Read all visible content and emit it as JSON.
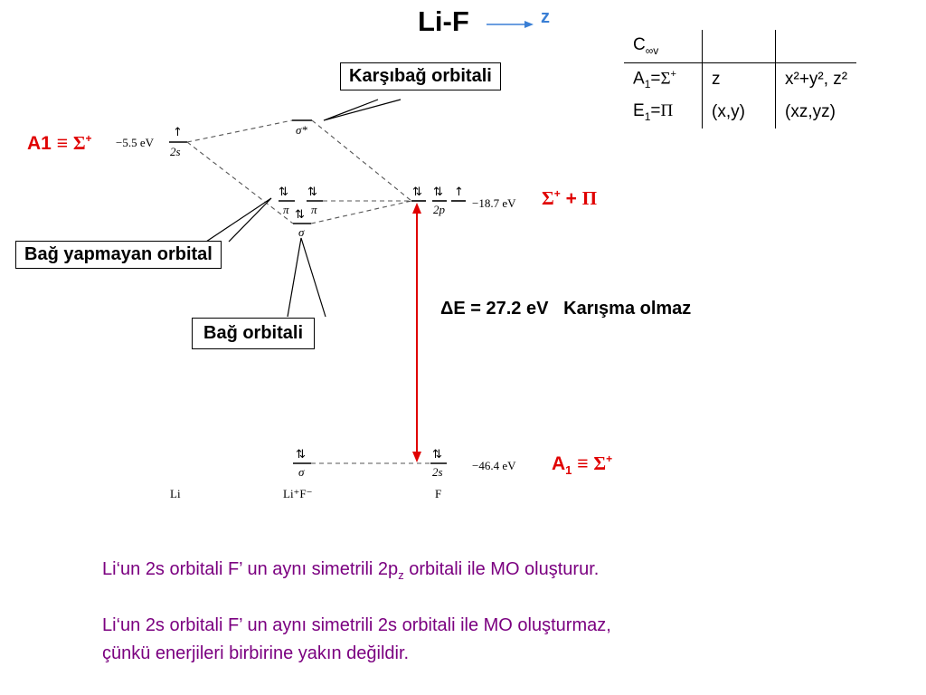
{
  "title": "Li-F",
  "axis_label": "z",
  "callouts": {
    "antibonding": "Karşıbağ orbitali",
    "nonbonding": "Bağ yapmayan orbital",
    "bonding": "Bağ orbitali"
  },
  "symmetry_labels": {
    "li_2s": {
      "main": "A1",
      "eq": "≡",
      "sym": "Σ",
      "sup": "+"
    },
    "f_2p": {
      "sym": "Σ",
      "sup": "+",
      "plus": "+",
      "pi": "Π"
    },
    "f_2s": {
      "main": "A",
      "sub": "1",
      "eq": "≡",
      "sym": "Σ",
      "sup": "+"
    }
  },
  "energies": {
    "li_2s": "−5.5 eV",
    "f_2p": "−18.7 eV",
    "f_2s": "−46.4 eV"
  },
  "orbital_labels": {
    "li_2s": "2s",
    "sigma_star": "σ*",
    "pi": "π",
    "sigma": "σ",
    "f_2p": "2p",
    "f_2s": "2s",
    "sigma_low": "σ"
  },
  "species": {
    "li": "Li",
    "lif": "Li⁺F⁻",
    "f": "F"
  },
  "delta": {
    "text": "ΔE = 27.2 eV",
    "note": "Karışma olmaz"
  },
  "character_table": {
    "header": {
      "group": "C",
      "group_sub": "∞v"
    },
    "rows": [
      {
        "irrep": "A",
        "irrep_sub": "1",
        "eq": "=",
        "sym": "Σ",
        "sup": "+",
        "linear": "z",
        "quadratic": "x²+y², z²"
      },
      {
        "irrep": "E",
        "irrep_sub": "1",
        "eq": "=",
        "sym": "Π",
        "sup": "",
        "linear": "(x,y)",
        "quadratic": "(xz,yz)"
      }
    ]
  },
  "notes": {
    "line1": {
      "text": "Li‘un 2s orbitali F’ un  aynı simetrili 2p",
      "sub": "z",
      "tail": " orbitali ile MO oluşturur."
    },
    "line2": "Li‘un 2s orbitali F’ un  aynı simetrili 2s orbitali ile MO oluşturmaz,",
    "line3": "çünkü enerjileri birbirine yakın değildir."
  },
  "colors": {
    "accent_red": "#e00000",
    "axis_blue": "#3a7fd5",
    "note_purple": "#7b0080"
  }
}
